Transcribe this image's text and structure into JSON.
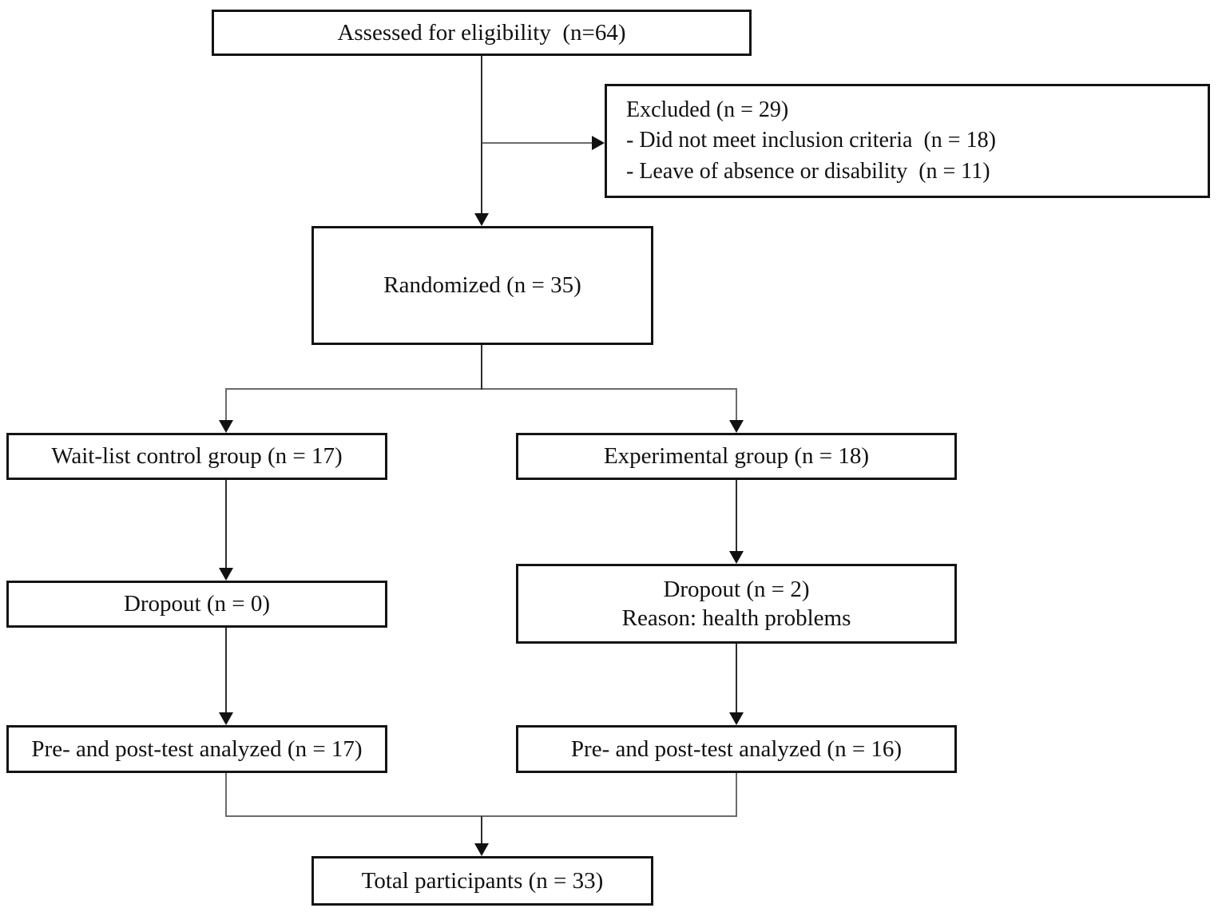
{
  "diagram": {
    "type": "consort-participant-flowchart",
    "boxes": {
      "assessed": {
        "text": "Assessed for eligibility  (n=64)"
      },
      "excluded": {
        "line1": "Excluded (n = 29)",
        "line2": "- Did not meet inclusion criteria  (n = 18)",
        "line3": "- Leave of absence or disability  (n = 11)"
      },
      "randomized": {
        "text": "Randomized (n = 35)"
      },
      "waitlist_control": {
        "text": "Wait-list control group (n = 17)"
      },
      "experimental": {
        "text": "Experimental group (n = 18)"
      },
      "dropout_control": {
        "text": "Dropout (n = 0)"
      },
      "dropout_experimental": {
        "line1": "Dropout (n = 2)",
        "line2": "Reason: health problems"
      },
      "analyzed_control": {
        "text": "Pre- and post-test analyzed (n = 17)"
      },
      "analyzed_experimental": {
        "text": "Pre- and post-test analyzed (n = 16)"
      },
      "total": {
        "text": "Total participants (n = 33)"
      }
    },
    "colors": {
      "background": "#ffffff",
      "box_border": "#141414",
      "text": "#111111",
      "line": "#2e2e2e",
      "elbow_line": "#6b6b6b",
      "arrowhead": "#111111"
    }
  }
}
